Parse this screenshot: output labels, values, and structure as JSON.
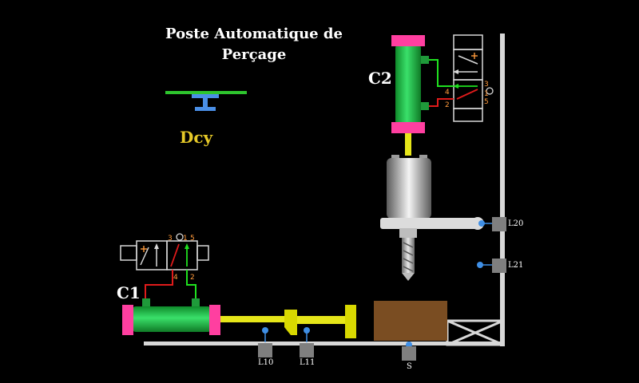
{
  "title": "Poste Automatique de\nPerçage",
  "start_button": {
    "label": "Dcy"
  },
  "cylinders": [
    {
      "id": "c1",
      "label": "C1"
    },
    {
      "id": "c2",
      "label": "C2"
    }
  ],
  "valves": [
    {
      "id": "valve-c1",
      "ports": [
        "3",
        "1",
        "5",
        "4",
        "2"
      ]
    },
    {
      "id": "valve-c2",
      "ports": [
        "3",
        "1",
        "5",
        "4",
        "2"
      ]
    }
  ],
  "sensors": [
    {
      "id": "l10",
      "label": "L10"
    },
    {
      "id": "l11",
      "label": "L11"
    },
    {
      "id": "s",
      "label": "S"
    },
    {
      "id": "l20",
      "label": "L20"
    },
    {
      "id": "l21",
      "label": "L21"
    }
  ],
  "colors": {
    "background": "#000000",
    "cylinder_body": "#22c24a",
    "cylinder_cap": "#ff3fa0",
    "rod": "#e6e619",
    "pressure_line": "#e01b1b",
    "exhaust_line": "#1fe01f",
    "sensor_box": "#7f7f7f",
    "sensor_dot": "#3f8fe6",
    "workpiece": "#7a4d22",
    "frame": "#d8d8d8",
    "start_button_plate": "#2ec52e",
    "start_button_body": "#4a8fe6",
    "title_text": "#ffffff",
    "start_label": "#e6c928"
  },
  "icons": [
    "exhaust-icon",
    "pressure-source-icon",
    "drill-chuck-icon",
    "drill-bit-icon"
  ]
}
